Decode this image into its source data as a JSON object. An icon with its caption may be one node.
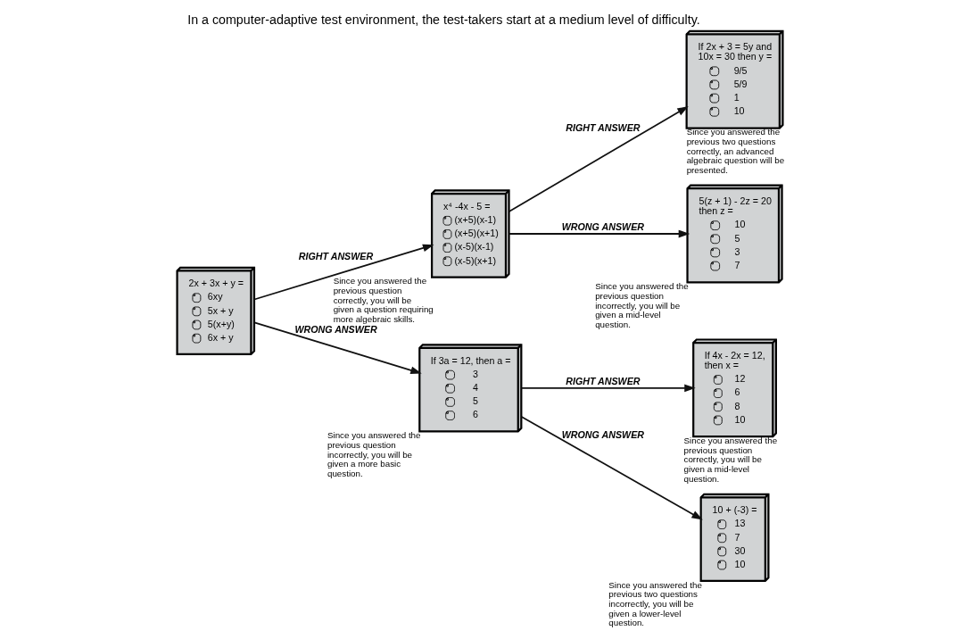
{
  "diagram": {
    "title": "In a computer-adaptive test environment, the test-takers start at a medium level of difficulty.",
    "nodes": [
      {
        "text": [
          "2x + 3x + y =",
          "6xy",
          "5x + y",
          "5(x+y)",
          "6x + y"
        ]
      },
      {
        "text": [
          "x⁴ -4x - 5 =",
          "(x+5)(x-1)",
          "(x+5)(x+1)",
          "(x-5)(x-1)",
          "(x-5)(x+1)"
        ],
        "beside": [
          "Since you answered the previous question correctly, you will be given a question requiring more algebraic skills."
        ]
      },
      {
        "text": [
          "If 3a = 12, then a =",
          "3",
          "4",
          "5",
          "6"
        ],
        "beside": [
          "Since you answered the previous question incorrectly, you will be given a more basic question."
        ]
      },
      {
        "text": [
          "If 2x + 3 = 5y and 10x = 30 then y =",
          "9/5",
          "5/9",
          "1",
          "10"
        ],
        "beside": [
          "Since you answered the previous two questions correctly, an advanced algebraic question will be presented."
        ]
      },
      {
        "text": [
          "5(z + 1) - 2z = 20 then z =",
          "10",
          "5",
          "3",
          "7"
        ],
        "beside": [
          "Since you answered the previous question incorrectly, you will be given a mid-level question."
        ]
      },
      {
        "text": [
          "If 4x - 2x = 12, then x =",
          "12",
          "6",
          "8",
          "10"
        ],
        "beside": [
          "Since you answered the previous question correctly, you will be given a mid-level question."
        ]
      },
      {
        "text": [
          "10 + (-3) =",
          "13",
          "7",
          "30",
          "10"
        ],
        "beside": [
          "Since you answered the previous two questions incorrectly, you will be given a lower-level question."
        ]
      }
    ],
    "edges": [
      {
        "from": 0,
        "to": 1,
        "arrow": "to",
        "label": "RIGHT ANSWER"
      },
      {
        "from": 0,
        "to": 2,
        "arrow": "to",
        "label": "WRONG ANSWER"
      },
      {
        "from": 1,
        "to": 3,
        "arrow": "to",
        "label": "RIGHT ANSWER"
      },
      {
        "from": 1,
        "to": 4,
        "arrow": "to",
        "label": "WRONG ANSWER"
      },
      {
        "from": 2,
        "to": 5,
        "arrow": "to",
        "label": "RIGHT ANSWER"
      },
      {
        "from": 2,
        "to": 6,
        "arrow": "to",
        "label": "WRONG ANSWER"
      }
    ]
  }
}
